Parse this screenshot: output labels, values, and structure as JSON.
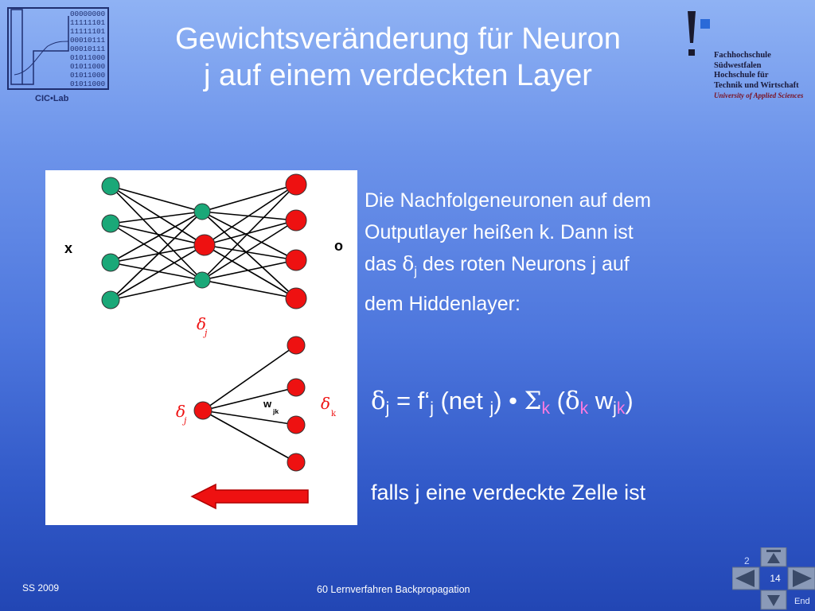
{
  "header": {
    "title_line1": "Gewichtsveränderung für Neuron",
    "title_line2": "j auf einem verdeckten Layer"
  },
  "logo_left": {
    "binary_rows": [
      "00000000",
      "11111101",
      "11111101",
      "00010111",
      "00010111",
      "01011000",
      "01011000",
      "01011000",
      "01011000"
    ],
    "label": "CIC",
    "label_suffix": "Lab"
  },
  "logo_right": {
    "lines": [
      "Fachhochschule",
      "Südwestfalen",
      "Hochschule für",
      "Technik und Wirtschaft"
    ],
    "subline": "University of Applied Sciences"
  },
  "figure": {
    "input_label": "x",
    "output_label": "o",
    "delta_symbol": "δ",
    "delta_j_sub": "j",
    "delta_k_sub": "k",
    "weight_symbol": "w",
    "weight_sub": "jk"
  },
  "body": {
    "desc_line1": "Die Nachfolgeneuronen auf dem",
    "desc_line2": "Outputlayer heißen k. Dann ist",
    "desc_line3_pre": "das ",
    "desc_line3_delta": "δ",
    "desc_line3_sub": "j",
    "desc_line3_post": " des roten Neurons j auf",
    "desc_line4": "dem Hiddenlayer:",
    "condition": "falls j eine verdeckte Zelle ist"
  },
  "formula": {
    "delta": "δ",
    "sub_j": "j",
    "eq_f": " = f‘",
    "net_open": " (net ",
    "close_paren": ")",
    "bullet": " • ",
    "sigma": "Σ",
    "sub_k": "k",
    "open_paren": " (",
    "w": " w",
    "sub_jk": "jk",
    "final_paren": ")"
  },
  "footer": {
    "left": "SS 2009",
    "middle": "60  Lernverfahren Backpropagation"
  },
  "nav": {
    "prev_count": "2",
    "page": "14",
    "end_label": "End"
  },
  "colors": {
    "neuron_green": "#1aa878",
    "neuron_red": "#ee1111",
    "delta_red": "#ee1111",
    "accent_magenta": "#ff7be0"
  }
}
